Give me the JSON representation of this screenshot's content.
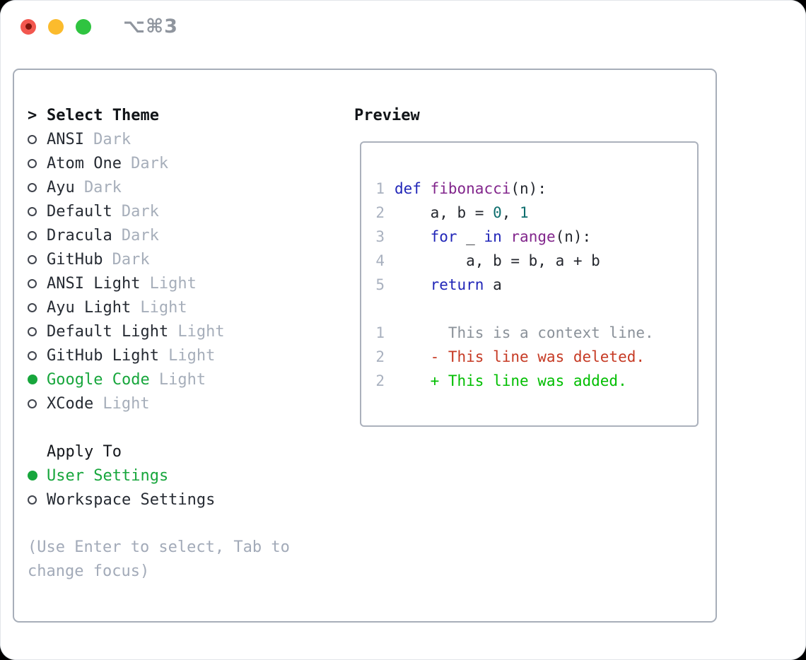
{
  "window": {
    "title": "⌥⌘3"
  },
  "titlebar_buttons": {
    "close": "close-button",
    "minimize": "minimize-button",
    "zoom": "zoom-button"
  },
  "theme_panel": {
    "header": {
      "prompt": ">",
      "label": "Select Theme"
    },
    "themes": [
      {
        "name": "ANSI",
        "variant": "Dark",
        "selected": false
      },
      {
        "name": "Atom One",
        "variant": "Dark",
        "selected": false
      },
      {
        "name": "Ayu",
        "variant": "Dark",
        "selected": false
      },
      {
        "name": "Default",
        "variant": "Dark",
        "selected": false
      },
      {
        "name": "Dracula",
        "variant": "Dark",
        "selected": false
      },
      {
        "name": "GitHub",
        "variant": "Dark",
        "selected": false
      },
      {
        "name": "ANSI Light",
        "variant": "Light",
        "selected": false
      },
      {
        "name": "Ayu Light",
        "variant": "Light",
        "selected": false
      },
      {
        "name": "Default Light",
        "variant": "Light",
        "selected": false
      },
      {
        "name": "GitHub Light",
        "variant": "Light",
        "selected": false
      },
      {
        "name": "Google Code",
        "variant": "Light",
        "selected": true
      },
      {
        "name": "XCode",
        "variant": "Light",
        "selected": false
      }
    ],
    "apply_to": {
      "label": "Apply To",
      "options": [
        {
          "label": "User Settings",
          "selected": true
        },
        {
          "label": "Workspace Settings",
          "selected": false
        }
      ]
    },
    "hint": "(Use Enter to select, Tab to change focus)"
  },
  "preview": {
    "label": "Preview",
    "code_lines": [
      {
        "num": "1",
        "tokens": [
          {
            "t": "def",
            "c": "keyword_blue"
          },
          {
            "t": " ",
            "c": "code_plain"
          },
          {
            "t": "fibonacci",
            "c": "function_purple"
          },
          {
            "t": "(n):",
            "c": "code_plain"
          }
        ]
      },
      {
        "num": "2",
        "tokens": [
          {
            "t": "    a, b = ",
            "c": "code_plain"
          },
          {
            "t": "0",
            "c": "number_teal"
          },
          {
            "t": ", ",
            "c": "code_plain"
          },
          {
            "t": "1",
            "c": "number_teal"
          }
        ]
      },
      {
        "num": "3",
        "tokens": [
          {
            "t": "    ",
            "c": "code_plain"
          },
          {
            "t": "for",
            "c": "keyword_blue"
          },
          {
            "t": " _ ",
            "c": "code_plain"
          },
          {
            "t": "in",
            "c": "keyword_blue"
          },
          {
            "t": " ",
            "c": "code_plain"
          },
          {
            "t": "range",
            "c": "function_purple"
          },
          {
            "t": "(n):",
            "c": "code_plain"
          }
        ]
      },
      {
        "num": "4",
        "tokens": [
          {
            "t": "        a, b = b, a + b",
            "c": "code_plain"
          }
        ]
      },
      {
        "num": "5",
        "tokens": [
          {
            "t": "    ",
            "c": "code_plain"
          },
          {
            "t": "return",
            "c": "keyword_blue"
          },
          {
            "t": " a",
            "c": "code_plain"
          }
        ]
      }
    ],
    "diff_lines": [
      {
        "num": "1",
        "text": "      This is a context line.",
        "kind": "diff_context_gray"
      },
      {
        "num": "2",
        "text": "    - This line was deleted.",
        "kind": "diff_deleted_red"
      },
      {
        "num": "2",
        "text": "    + This line was added.",
        "kind": "diff_added_green"
      }
    ]
  },
  "colors": {
    "accent_green": "#17A63C",
    "diff_added_green": "#00BE00",
    "diff_deleted_red": "#C63A24",
    "diff_context_gray": "#8A9199",
    "keyword_blue": "#2126B8",
    "function_purple": "#82268C",
    "number_teal": "#0E6E6E",
    "code_plain": "#24272E",
    "line_number_gray": "#A9B1BF",
    "variant_gray": "#A6AEBA",
    "traffic_red": "#F2574F",
    "traffic_yellow": "#FBBB2D",
    "traffic_green": "#2FC440"
  }
}
